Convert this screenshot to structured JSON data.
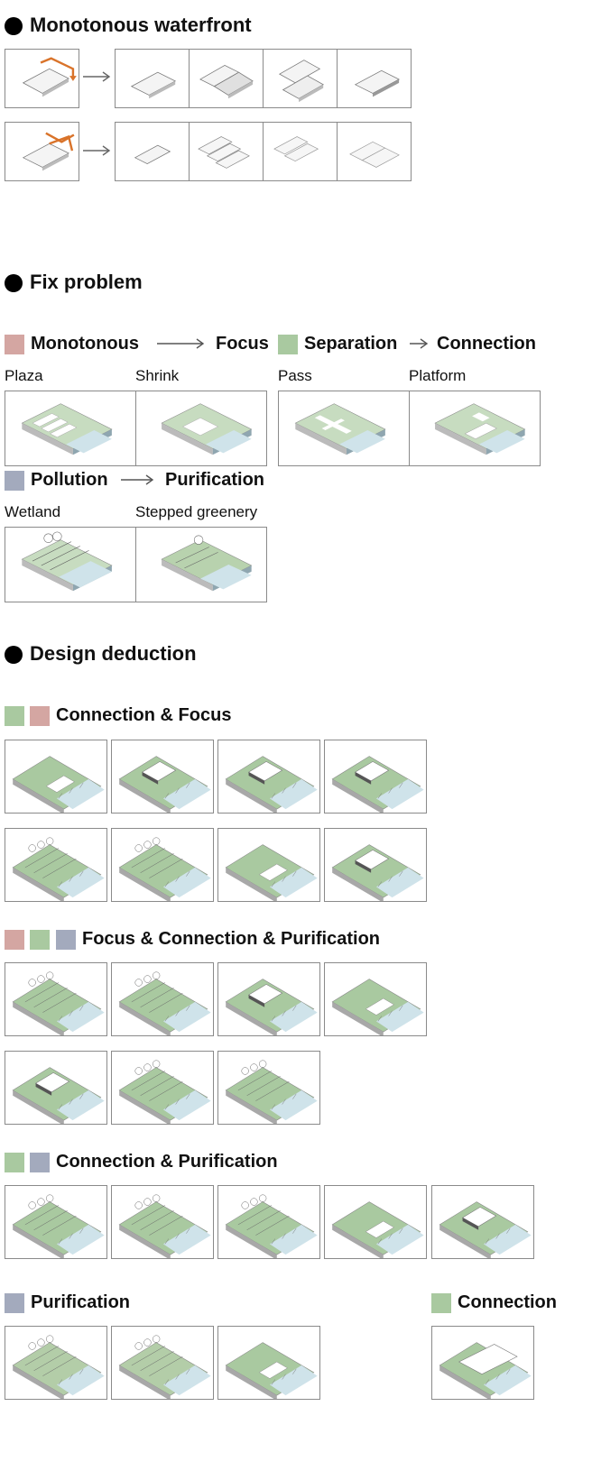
{
  "colors": {
    "focus": "#d4a6a2",
    "connection": "#a9c9a0",
    "purification": "#a3aabd",
    "water": "#cfe3ea",
    "arrow_orange": "#d9732a"
  },
  "sections": {
    "monotonous": {
      "title": "Monotonous waterfront"
    },
    "fix": {
      "title": "Fix problem",
      "row1": {
        "left_from": "Monotonous",
        "left_to": "Focus",
        "right_from": "Separation",
        "right_to": "Connection",
        "captions": [
          "Plaza",
          "Shrink",
          "Pass",
          "Platform"
        ]
      },
      "row2": {
        "from": "Pollution",
        "to": "Purification",
        "captions": [
          "Wetland",
          "Stepped greenery"
        ]
      }
    },
    "deduction": {
      "title": "Design deduction",
      "groups": [
        {
          "label": "Connection & Focus"
        },
        {
          "label": "Focus & Connection & Purification"
        },
        {
          "label": "Connection & Purification"
        },
        {
          "label": "Purification"
        },
        {
          "label": "Connection"
        }
      ]
    }
  },
  "icons": {
    "bullet": "bullet-dot-icon",
    "arrow": "long-arrow-icon"
  }
}
